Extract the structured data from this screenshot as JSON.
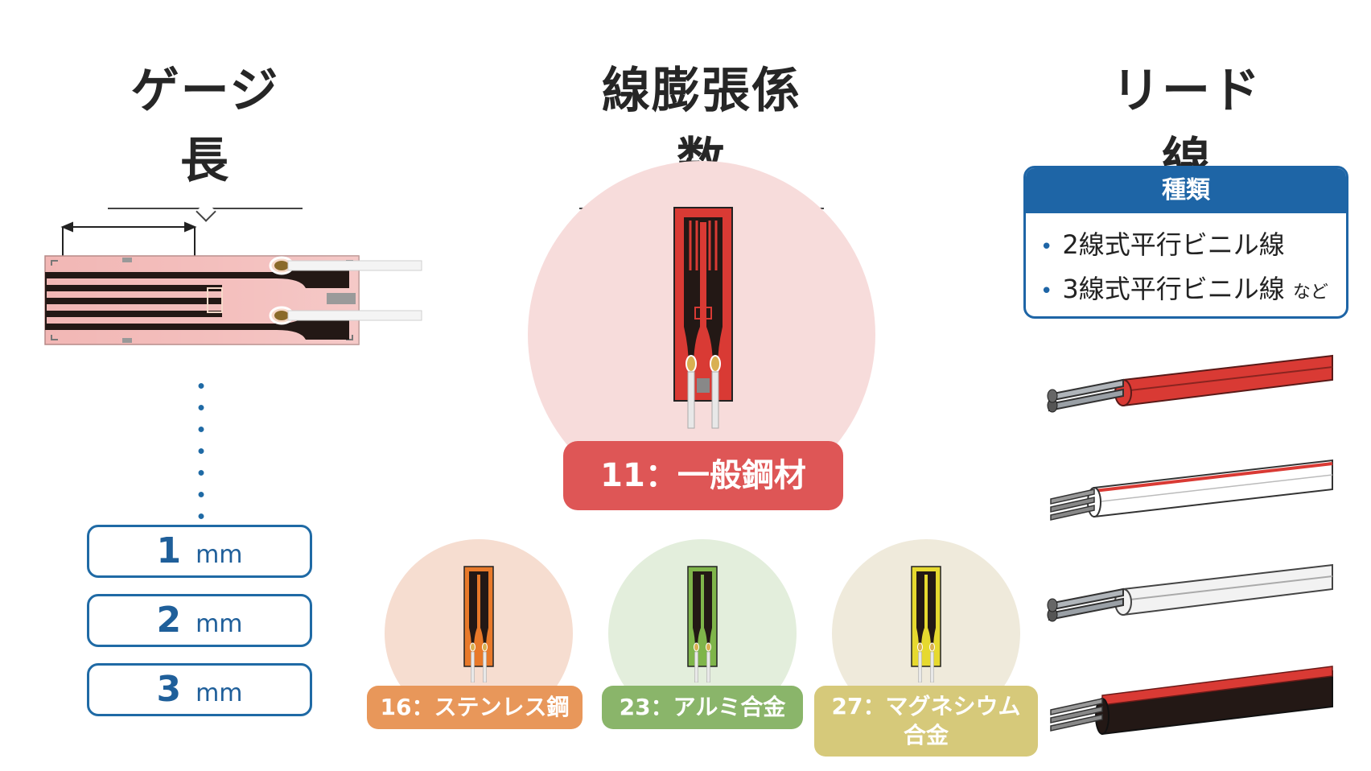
{
  "headings": {
    "gauge_length": "ゲージ長",
    "thermal_expansion": "線膨張係数",
    "lead_wire": "リード線"
  },
  "gauge_lengths": [
    {
      "value": "1",
      "unit": "mm"
    },
    {
      "value": "2",
      "unit": "mm"
    },
    {
      "value": "3",
      "unit": "mm"
    }
  ],
  "coefficients": {
    "main": {
      "label": "11：一般鋼材",
      "color": "#de5656"
    },
    "items": [
      {
        "label": "16：ステンレス鋼",
        "color": "#e8975a"
      },
      {
        "label": "23：アルミ合金",
        "color": "#8ab56a"
      },
      {
        "label_line1": "27：マグネシウム",
        "label_line2": "合金",
        "color": "#d6c97a"
      }
    ]
  },
  "lead_wire_types": {
    "title": "種類",
    "items": [
      {
        "text": "2線式平行ビニル線",
        "suffix": ""
      },
      {
        "text": "3線式平行ビニル線",
        "suffix": "など"
      }
    ]
  },
  "colors": {
    "accent_blue": "#1f6aa5",
    "red": "#d93a34",
    "orange": "#e8792a",
    "green": "#7fb54a",
    "yellow": "#e6d92f"
  }
}
